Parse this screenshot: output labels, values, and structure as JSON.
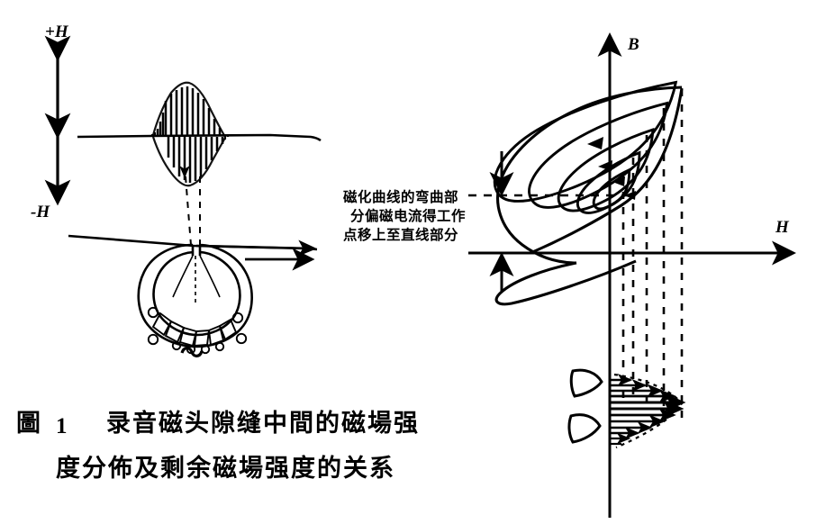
{
  "figure": {
    "title_caption": {
      "label_prefix": "圖",
      "number": "1",
      "line1": "录音磁头隙缝中間的磁場强",
      "line2": "度分佈及剩余磁場强度的关系"
    },
    "left_diagram": {
      "name": "recording-head-field-distribution",
      "axis_top_label": "+H",
      "axis_bottom_label": "-H",
      "waveform_description": "high-frequency oscillation with bell envelope",
      "head_description": "ring-shaped recording head with coil windings and gap",
      "tape_direction_arrow": "→"
    },
    "right_diagram": {
      "name": "hysteresis-loops-bh-curve",
      "axis_vertical_label": "B",
      "axis_horizontal_label": "H",
      "annotation": {
        "line1": "磁化曲线的弯曲部",
        "line2": "分偏磁电流得工作",
        "line3": "点移上至直线部分"
      },
      "loop_count": 5,
      "remanence_profile_description": "horizontal arrows forming residual field distribution"
    },
    "colors": {
      "ink": "#000000",
      "paper": "#ffffff"
    }
  }
}
